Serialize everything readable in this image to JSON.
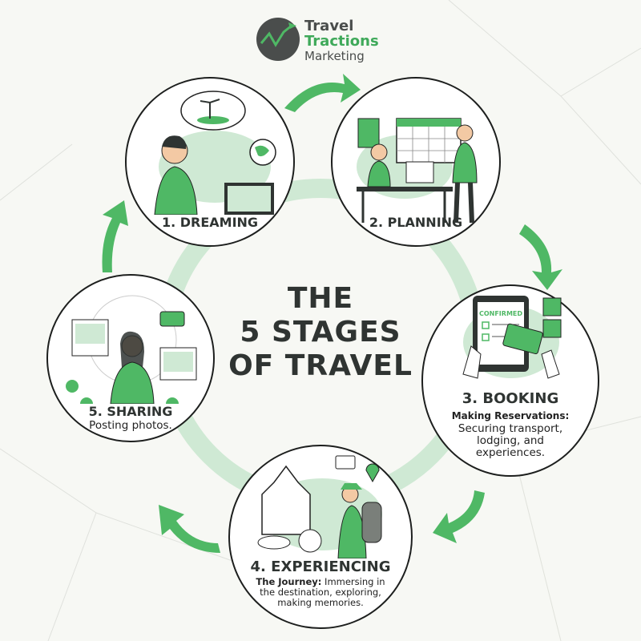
{
  "logo": {
    "line1": "Travel",
    "line2": "Tractions",
    "line3": "Marketing"
  },
  "heading": {
    "line1": "THE",
    "line2": "5 STAGES",
    "line3": "OF TRAVEL"
  },
  "stages": [
    {
      "title": "1. DREAMING"
    },
    {
      "title": "2. PLANNING"
    },
    {
      "title": "3. BOOKING",
      "desc_bold": "Making Reservations:",
      "desc": "Securing transport, lodging, and experiences.",
      "screen_label": "CONFIRMED"
    },
    {
      "title": "4. EXPERIENCING",
      "desc_bold": "The Journey:",
      "desc": "Immersing in the destination, exploring, making memories."
    },
    {
      "title": "5. SHARING",
      "desc": "Posting photos."
    }
  ],
  "colors": {
    "accent": "#4fb865",
    "light": "#cfe9d4",
    "dark": "#2f3432"
  }
}
